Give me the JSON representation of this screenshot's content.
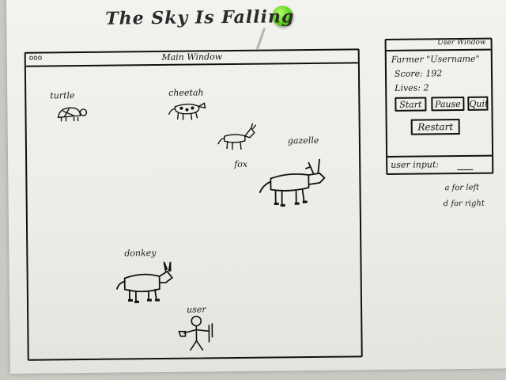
{
  "sketch": {
    "title": "The Sky Is Falling"
  },
  "main_window": {
    "controls": "ooo",
    "title": "Main Window",
    "animals": [
      {
        "label": "turtle"
      },
      {
        "label": "cheetah"
      },
      {
        "label": "fox"
      },
      {
        "label": "gazelle"
      },
      {
        "label": "donkey"
      }
    ],
    "player_label": "user"
  },
  "user_window": {
    "title": "User Window",
    "farmer_line": "Farmer \"Username\"",
    "score_line": "Score: 192",
    "lives_line": "Lives: 2",
    "buttons": {
      "start": "Start",
      "pause": "Pause",
      "quit": "Quit",
      "restart": "Restart"
    },
    "input_label": "user input:",
    "input_value": ""
  },
  "hints": {
    "left": "a for left",
    "right": "d for right"
  }
}
